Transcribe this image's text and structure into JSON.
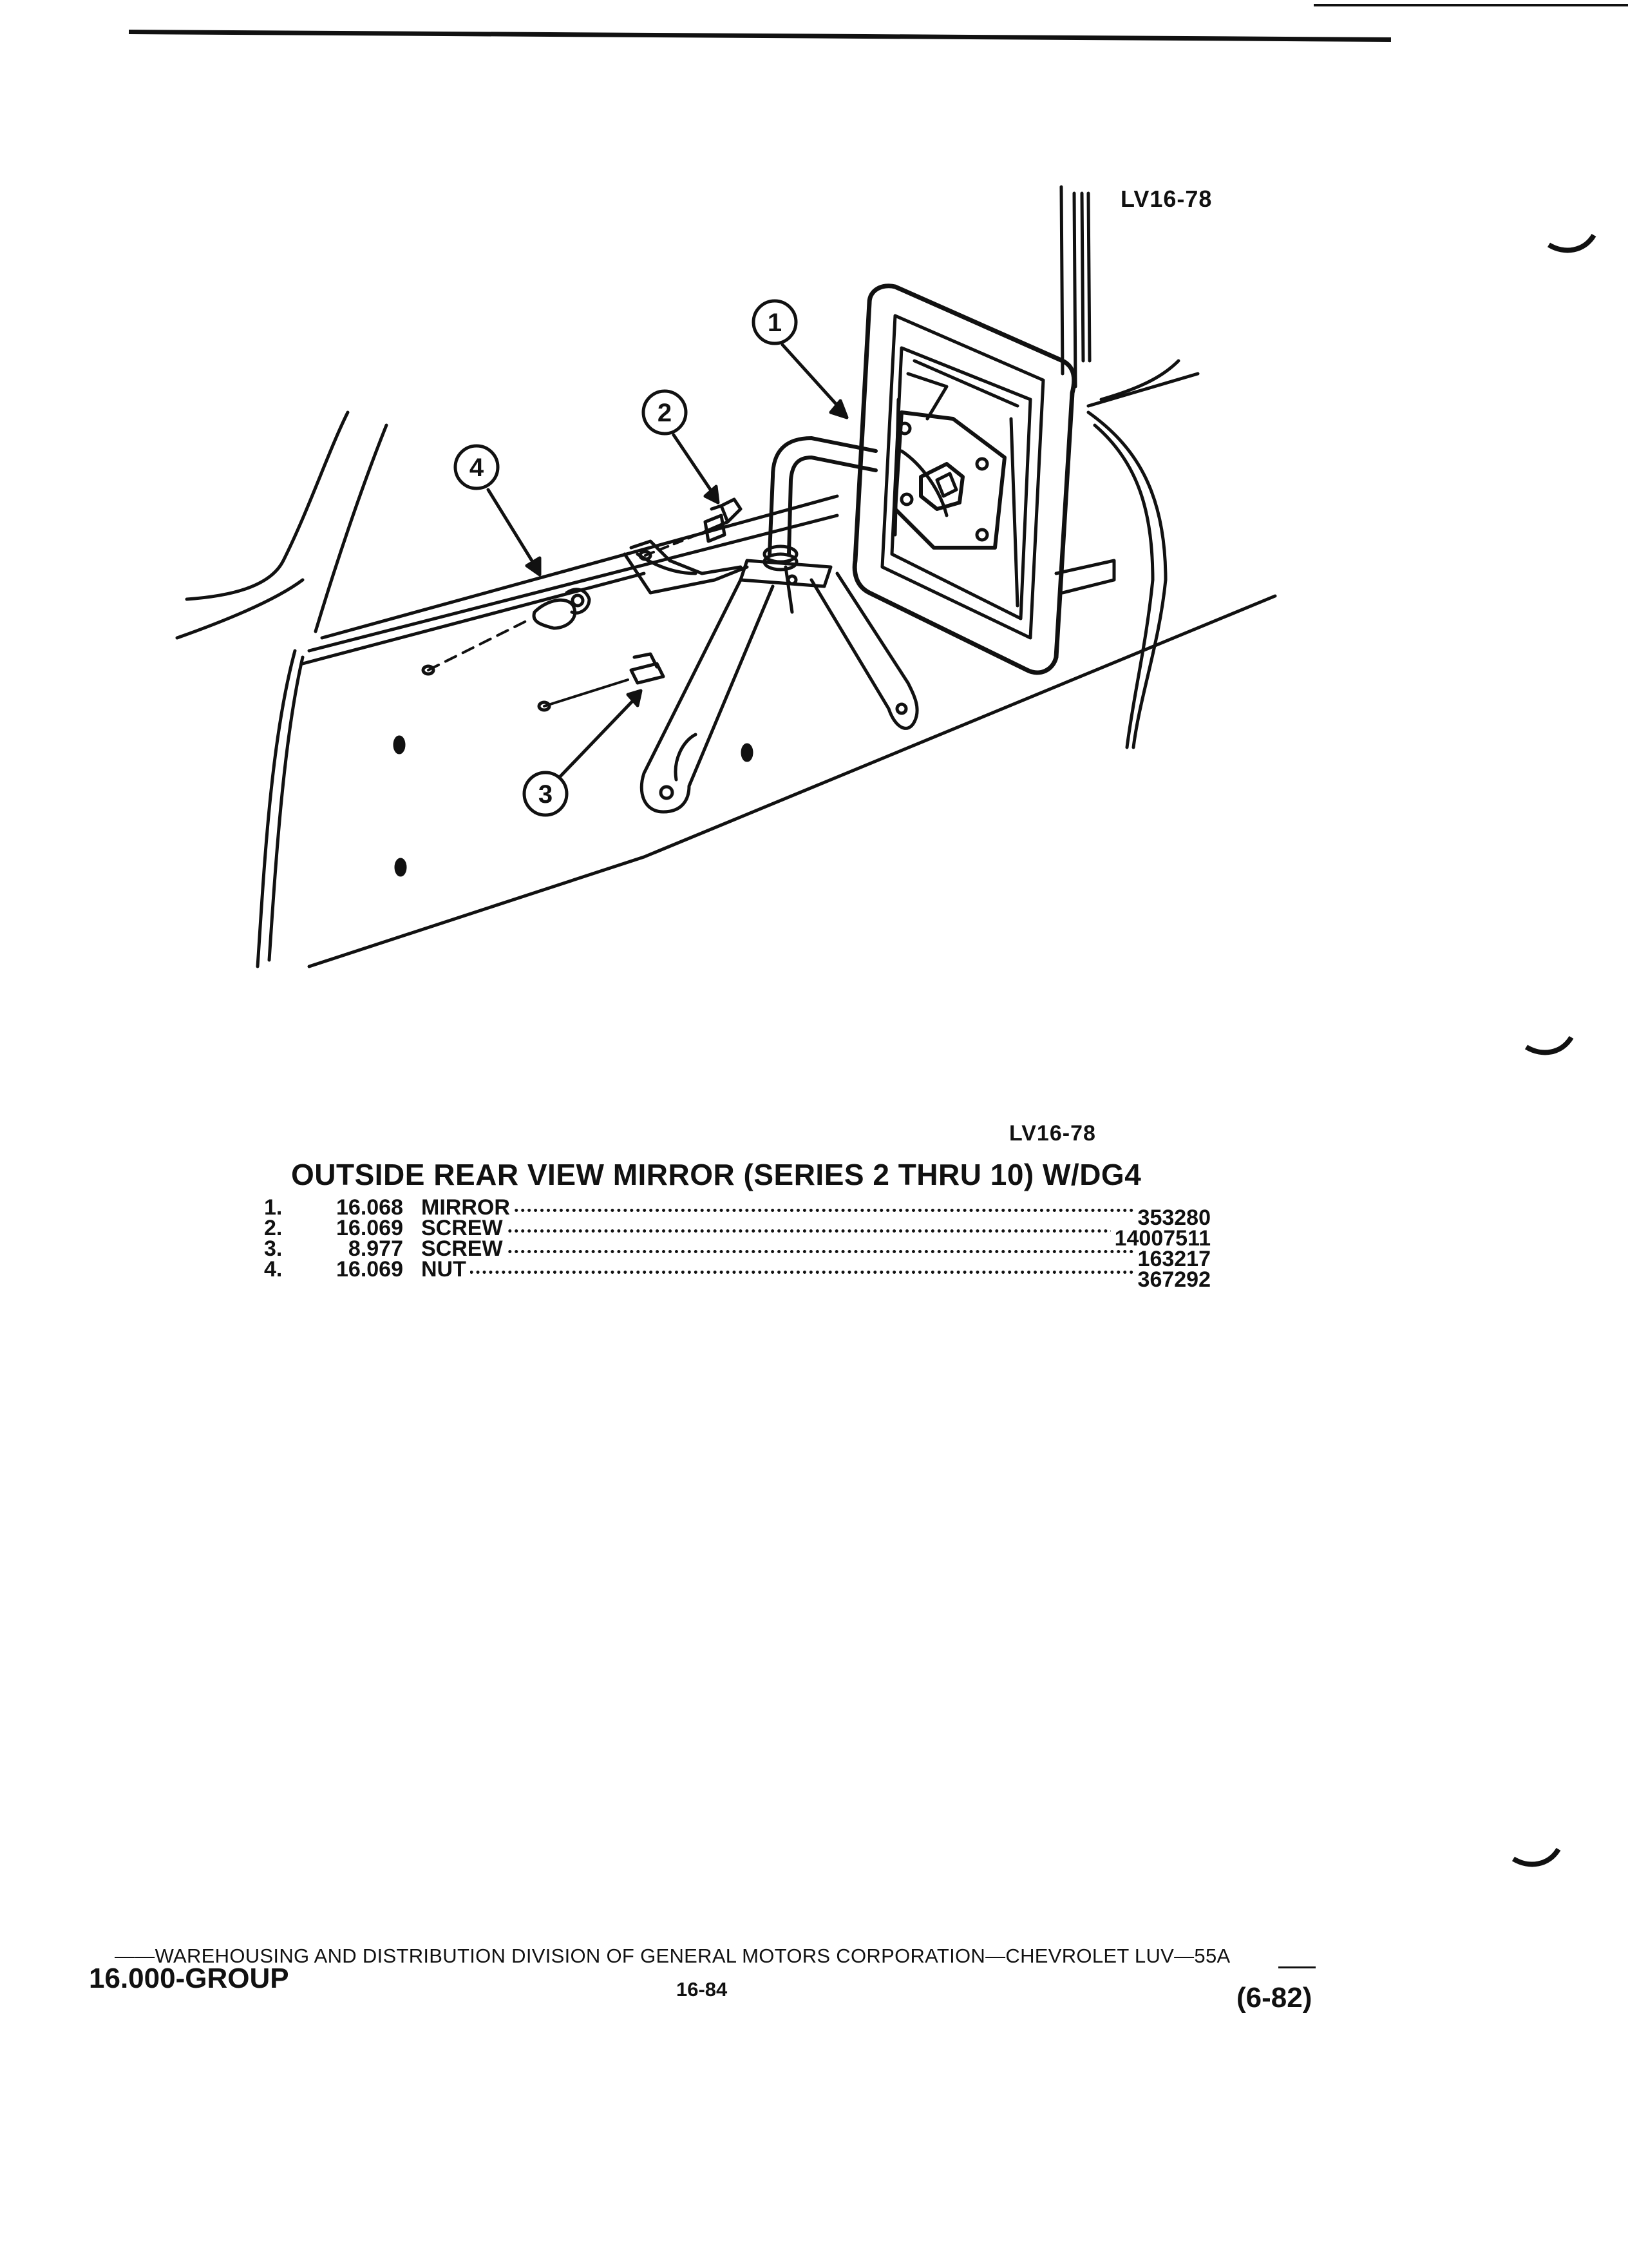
{
  "figure": {
    "id_top": "LV16-78",
    "id_bottom": "LV16-78",
    "callouts": [
      "1",
      "2",
      "3",
      "4"
    ]
  },
  "parts": {
    "title": "OUTSIDE REAR VIEW MIRROR (SERIES 2 THRU 10) W/DG4",
    "items": [
      {
        "num": "1.",
        "group": "16.068",
        "name": "MIRROR",
        "part_number": "353280"
      },
      {
        "num": "2.",
        "group": "16.069",
        "name": "SCREW",
        "part_number": "14007511"
      },
      {
        "num": "3.",
        "group": "8.977",
        "name": "SCREW",
        "part_number": "163217"
      },
      {
        "num": "4.",
        "group": "16.069",
        "name": "NUT",
        "part_number": "367292"
      }
    ]
  },
  "footer": {
    "division_line": "——WAREHOUSING AND DISTRIBUTION DIVISION OF GENERAL MOTORS CORPORATION—CHEVROLET LUV—55A",
    "group": "16.000-GROUP",
    "page": "16-84",
    "date": "(6-82)"
  }
}
